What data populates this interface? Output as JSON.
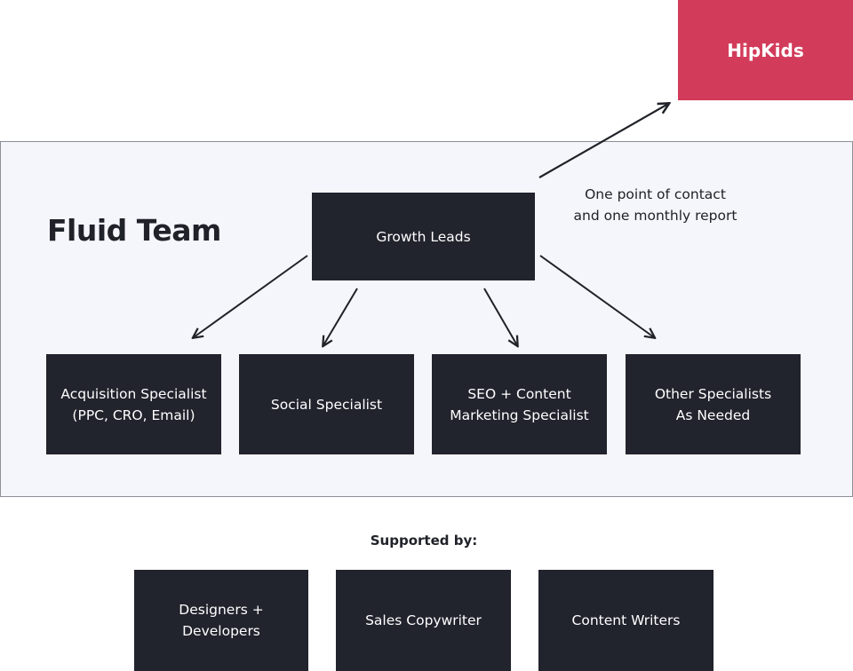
{
  "client": {
    "label": "HipKids"
  },
  "team": {
    "title": "Fluid Team",
    "lead": "Growth Leads",
    "contact_note": "One point of contact\nand one monthly report",
    "specialists": [
      {
        "label": "Acquisition Specialist\n(PPC, CRO, Email)"
      },
      {
        "label": "Social Specialist"
      },
      {
        "label": "SEO + Content\nMarketing Specialist"
      },
      {
        "label": "Other Specialists\nAs Needed"
      }
    ]
  },
  "support": {
    "label": "Supported by:",
    "items": [
      {
        "label": "Designers +\nDevelopers"
      },
      {
        "label": "Sales Copywriter"
      },
      {
        "label": "Content Writers"
      }
    ]
  },
  "colors": {
    "client": "#d23c5a",
    "box": "#21232d",
    "panel": "#f5f6fb",
    "arrow": "#202229"
  }
}
